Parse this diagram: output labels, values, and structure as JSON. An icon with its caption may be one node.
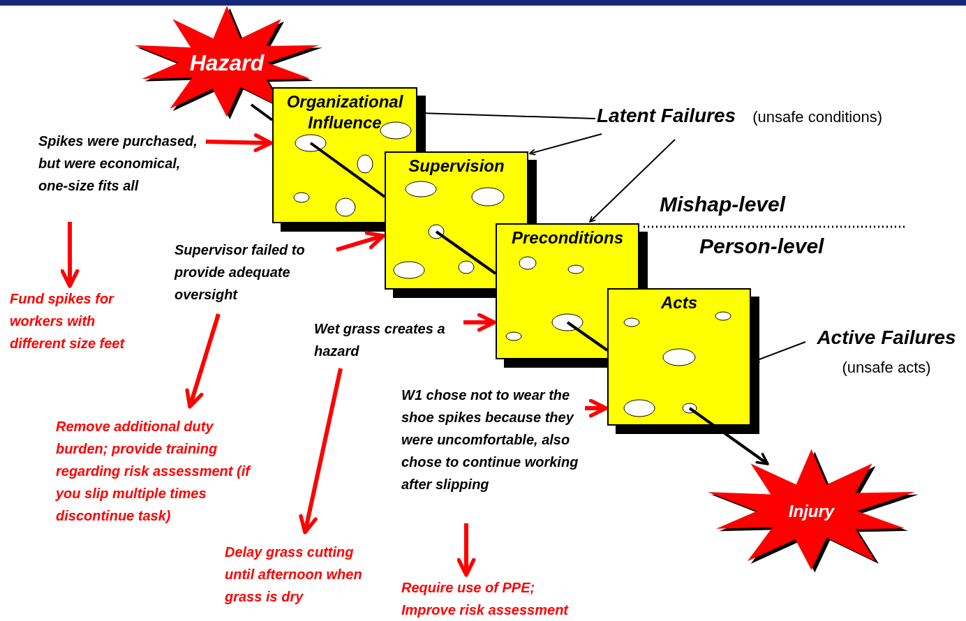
{
  "diagram": {
    "nodes": [
      {
        "text": [
          "Hazard"
        ]
      },
      {
        "text": [
          "Organizational Influence"
        ]
      },
      {
        "text": [
          "Supervision"
        ]
      },
      {
        "text": [
          "Preconditions"
        ]
      },
      {
        "text": [
          "Acts"
        ]
      },
      {
        "text": [
          "Injury"
        ]
      },
      {
        "text": [
          "Latent Failures"
        ],
        "beside": [
          "(unsafe conditions)"
        ]
      },
      {
        "text": [
          "Active Failures"
        ],
        "beside": [
          "(unsafe acts)"
        ]
      },
      {
        "text": [
          "Spikes were purchased, but were economical, one-size fits all"
        ]
      },
      {
        "text": [
          "Fund spikes for workers with different size feet"
        ]
      },
      {
        "text": [
          "Supervisor failed to provide adequate oversight"
        ]
      },
      {
        "text": [
          "Remove additional duty burden; provide training regarding risk assessment (if you slip multiple times discontinue task)"
        ]
      },
      {
        "text": [
          "Wet grass creates a hazard"
        ]
      },
      {
        "text": [
          "Delay grass cutting until afternoon when grass is dry"
        ]
      },
      {
        "text": [
          "W1 chose not to wear the shoe spikes because they were uncomfortable, also chose to continue working after slipping"
        ]
      },
      {
        "text": [
          "Require use of PPE; Improve risk assessment"
        ]
      }
    ],
    "edges": [
      {
        "from": 0,
        "to": 1,
        "arrow": "none"
      },
      {
        "from": 1,
        "to": 2,
        "arrow": "none"
      },
      {
        "from": 2,
        "to": 3,
        "arrow": "none"
      },
      {
        "from": 3,
        "to": 4,
        "arrow": "none"
      },
      {
        "from": 4,
        "to": 5,
        "arrow": "to"
      },
      {
        "from": 6,
        "to": 1,
        "arrow": "to"
      },
      {
        "from": 6,
        "to": 2,
        "arrow": "to"
      },
      {
        "from": 6,
        "to": 3,
        "arrow": "to"
      },
      {
        "from": 7,
        "to": 4,
        "arrow": "to"
      },
      {
        "from": 8,
        "to": 1,
        "arrow": "to",
        "color": "#ff0000"
      },
      {
        "from": 10,
        "to": 2,
        "arrow": "to",
        "color": "#ff0000"
      },
      {
        "from": 12,
        "to": 3,
        "arrow": "to",
        "color": "#ff0000"
      },
      {
        "from": 14,
        "to": 4,
        "arrow": "to",
        "color": "#ff0000"
      },
      {
        "from": 8,
        "to": 9,
        "arrow": "to",
        "color": "#ff0000"
      },
      {
        "from": 10,
        "to": 11,
        "arrow": "to",
        "color": "#ff0000"
      },
      {
        "from": 12,
        "to": 13,
        "arrow": "to",
        "color": "#ff0000"
      },
      {
        "from": 14,
        "to": 15,
        "arrow": "to",
        "color": "#ff0000"
      }
    ],
    "labels": [
      "Mishap-level",
      "Person-level"
    ]
  }
}
